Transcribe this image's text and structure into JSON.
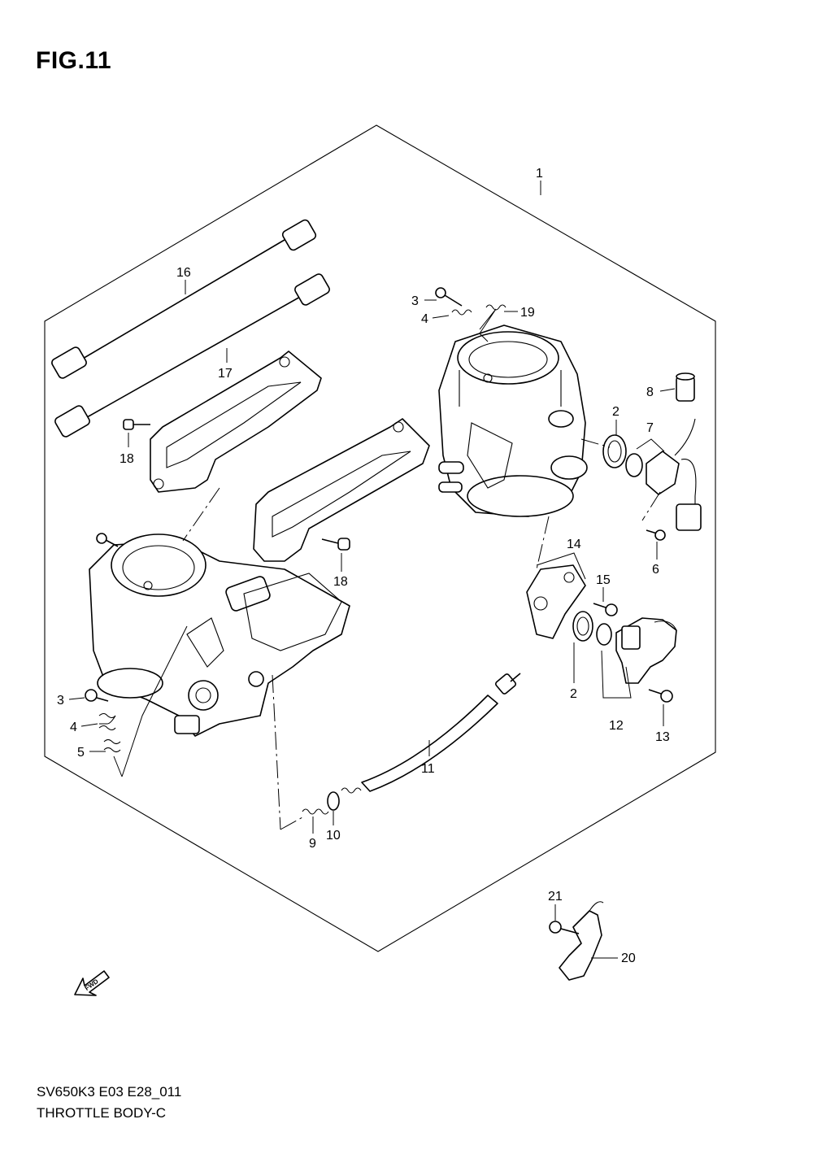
{
  "figure": {
    "title": "FIG.11",
    "model_code": "SV650K3 E03 E28_011",
    "section_name": "THROTTLE BODY-C"
  },
  "fwd_label": "FWD",
  "callouts": [
    "1",
    "2",
    "2",
    "3",
    "3",
    "4",
    "4",
    "5",
    "6",
    "7",
    "8",
    "9",
    "10",
    "11",
    "12",
    "13",
    "14",
    "15",
    "16",
    "17",
    "18",
    "18",
    "19",
    "20",
    "21"
  ]
}
